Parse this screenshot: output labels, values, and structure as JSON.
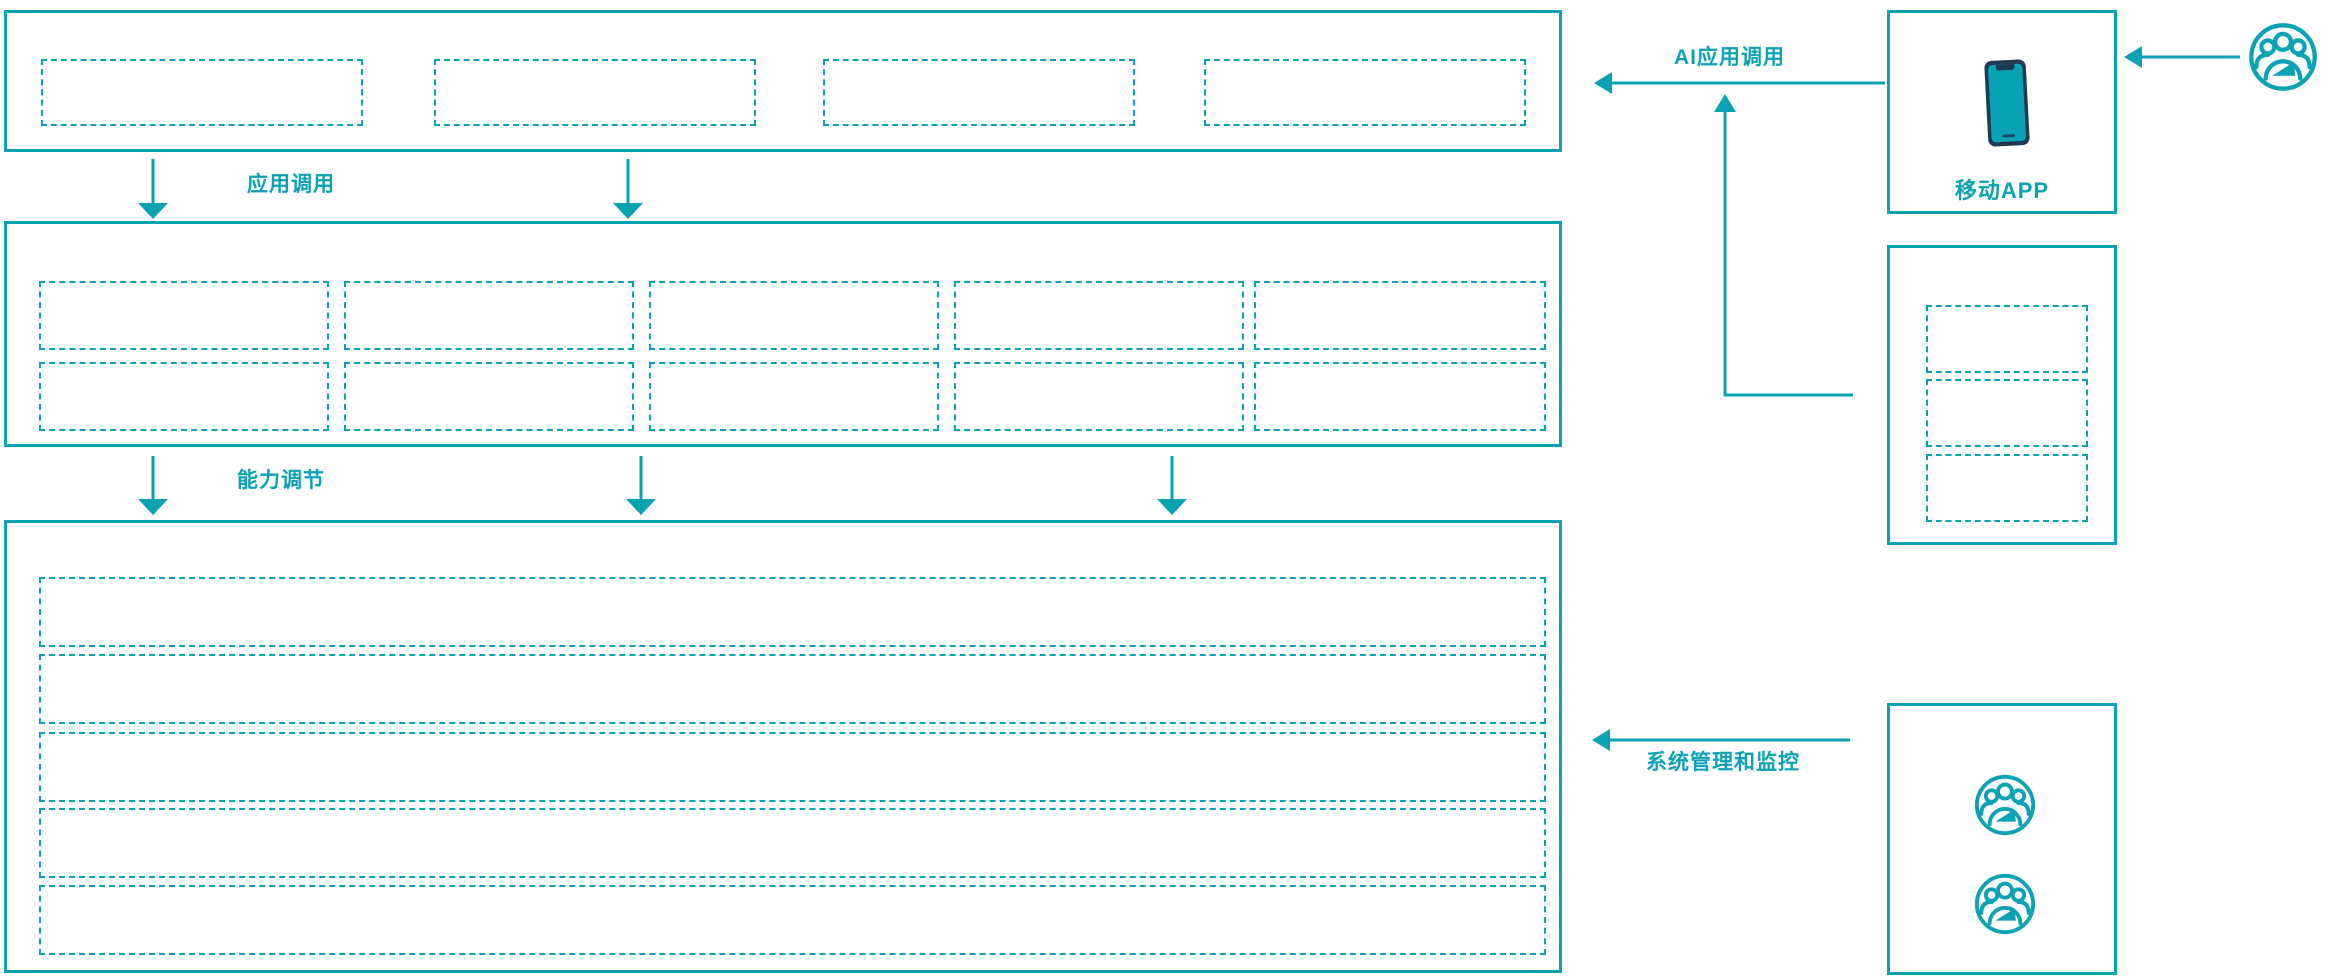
{
  "colors": {
    "accent": "#0aa2b5",
    "phone_frame": "#1e3b55",
    "background": "#ffffff"
  },
  "connectors": {
    "app_call": {
      "label": "应用调用",
      "direction": "down"
    },
    "capability_adjust": {
      "label": "能力调节",
      "direction": "down"
    },
    "ai_app_call": {
      "label": "AI应用调用",
      "direction": "left"
    },
    "system_management": {
      "label": "系统管理和监控",
      "direction": "left"
    }
  },
  "left_column": {
    "top_layer_box": {
      "placeholder_count": 4
    },
    "middle_layer_box": {
      "placeholder_rows": 2,
      "placeholder_cols": 5
    },
    "bottom_layer_box": {
      "placeholder_rows": 5
    }
  },
  "right_column": {
    "mobile_app_box": {
      "label": "移动APP",
      "icon": "smartphone-icon"
    },
    "service_box": {
      "placeholder_count": 3
    },
    "admin_box": {
      "icon": "users-group-icon",
      "icon_count": 2
    }
  },
  "icons": {
    "top_right": "users-group-icon"
  }
}
